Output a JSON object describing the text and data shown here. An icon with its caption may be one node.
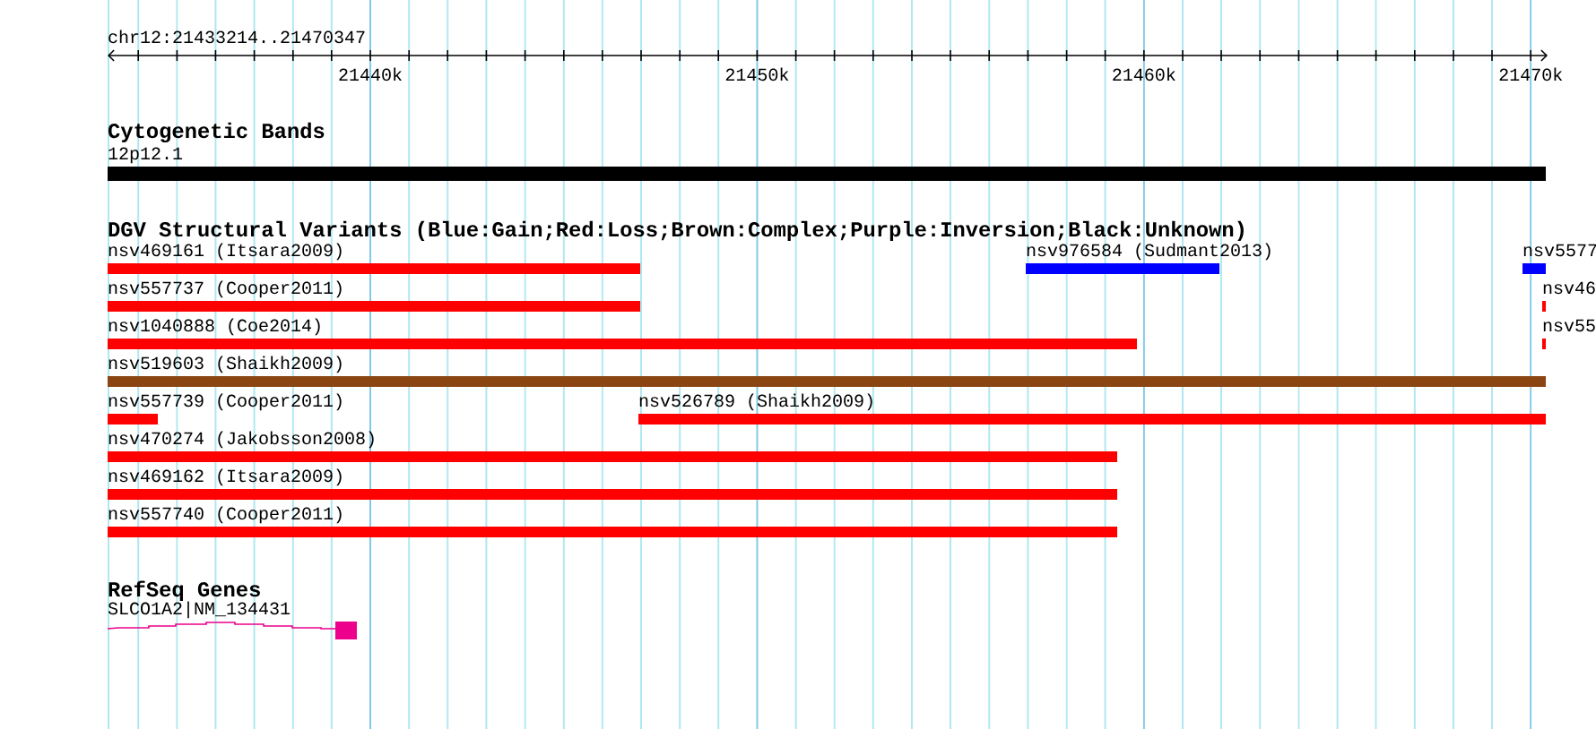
{
  "diagram": {
    "nodes": [
      {
        "text": [
          "12p12.1"
        ]
      },
      {
        "text": [
          "nsv469161 (Itsara2009)"
        ]
      },
      {
        "text": [
          "nsv976584 (Sudmant2013)"
        ]
      },
      {
        "text": [
          "nsv5577"
        ]
      },
      {
        "text": [
          "nsv557737 (Cooper2011)"
        ]
      },
      {
        "text": [
          "nsv46"
        ]
      },
      {
        "text": [
          "nsv1040888 (Coe2014)"
        ]
      },
      {
        "text": [
          "nsv55"
        ]
      },
      {
        "text": [
          "nsv519603 (Shaikh2009)"
        ]
      },
      {
        "text": [
          "nsv557739 (Cooper2011)"
        ]
      },
      {
        "text": [
          "nsv526789 (Shaikh2009)"
        ]
      },
      {
        "text": [
          "nsv470274 (Jakobsson2008)"
        ]
      },
      {
        "text": [
          "nsv469162 (Itsara2009)"
        ]
      },
      {
        "text": [
          "nsv557740 (Cooper2011)"
        ]
      },
      {
        "text": [
          "SLCO1A2|NM_134431"
        ]
      }
    ],
    "labels": [
      "chr12:21433214..21470347",
      "21440k",
      "21450k",
      "21460k",
      "21470k",
      "Cytogenetic Bands",
      "DGV Structural Variants (Blue:Gain;Red:Loss;Brown:Complex;Purple:Inversion;Black:Unknown)",
      "RefSeq Genes"
    ]
  }
}
